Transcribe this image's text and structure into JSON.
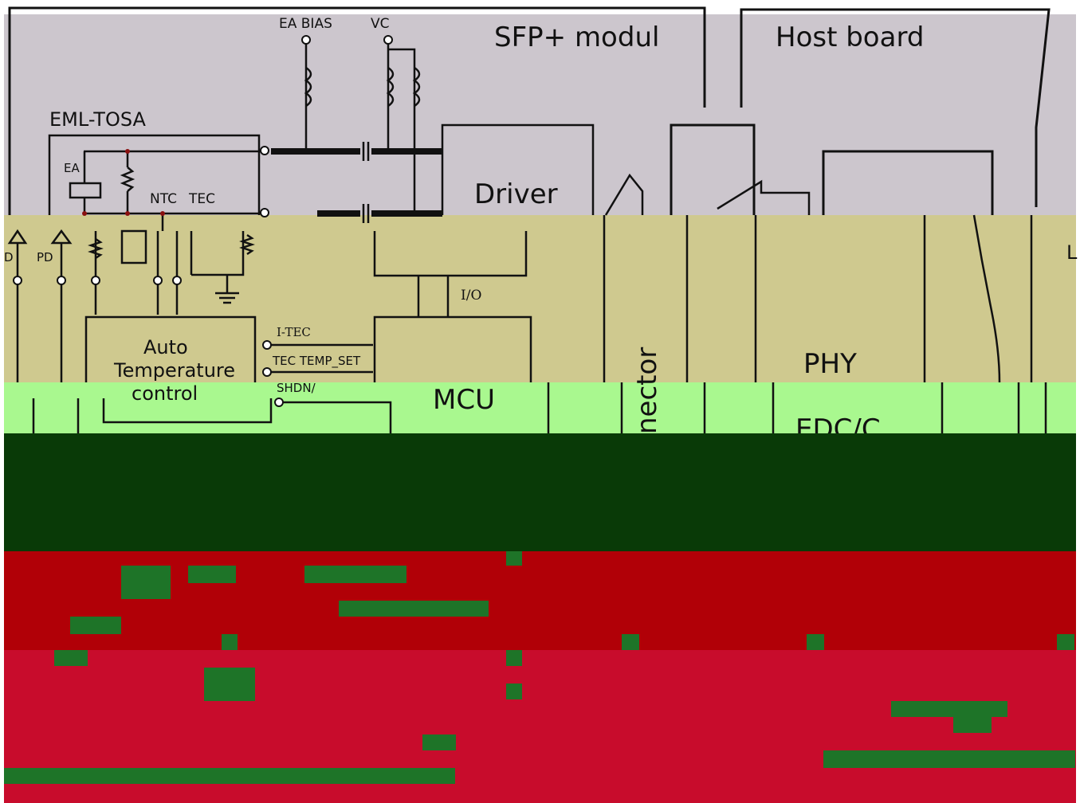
{
  "colors": {
    "band_lavender": "#ccc6cd",
    "band_khaki": "#cfc98f",
    "band_green": "#a9f88f",
    "band_dark_green": "#093a07",
    "band_red_dark": "#b10007",
    "band_red": "#c80c2c",
    "blocks_green": "#1e7428",
    "line": "#111111"
  },
  "labels": {
    "sfp_module": "SFP+ modul",
    "host_board": "Host board",
    "eml_tosa": "EML-TOSA",
    "ea_bias": "EA BIAS",
    "vcc": "VC",
    "ea": "EA",
    "ntc": "NTC",
    "tec": "TEC",
    "driver": "Driver",
    "pd_left": "D",
    "pd": "PD",
    "io": "I/O",
    "auto_temp_line1": "Auto",
    "auto_temp_line2": "Temperature",
    "auto_temp_line3": "control",
    "i_tec": "I-TEC",
    "tec_temp_set": "TEC TEMP_SET",
    "shdn": "SHDN/",
    "mcu": "MCU",
    "connector": "nector",
    "phy": "PHY",
    "edc": "EDC/C",
    "right_edge": "L"
  }
}
